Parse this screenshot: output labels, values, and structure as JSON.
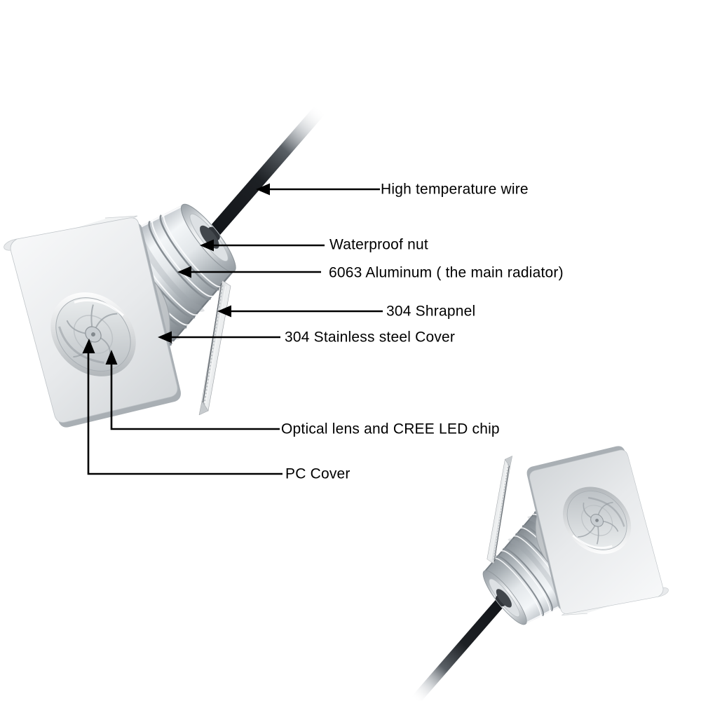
{
  "diagram": {
    "type": "product-callout-diagram",
    "subject": "recessed square LED spotlight shown in two views",
    "background_color": "#ffffff",
    "leader_line_color": "#000000",
    "wire_color": "#16181b",
    "metal_highlight_color": "#f3f6f8",
    "metal_shadow_color": "#7b8288"
  },
  "callouts": [
    {
      "id": "high-temperature-wire",
      "text": "High temperature wire"
    },
    {
      "id": "waterproof-nut",
      "text": "Waterproof nut"
    },
    {
      "id": "aluminum-radiator",
      "text": "6063 Aluminum ( the main radiator)"
    },
    {
      "id": "shrapnel",
      "text": "304 Shrapnel"
    },
    {
      "id": "stainless-steel-cover",
      "text": "304 Stainless steel Cover"
    },
    {
      "id": "optical-lens-led-chip",
      "text": "Optical lens and CREE LED chip"
    },
    {
      "id": "pc-cover",
      "text": "PC Cover"
    }
  ]
}
